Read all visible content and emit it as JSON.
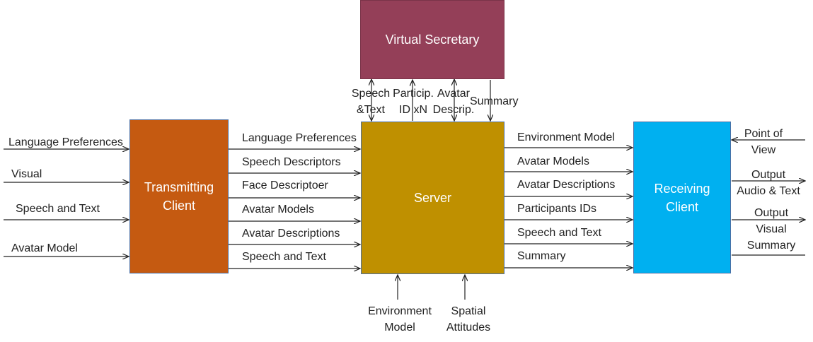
{
  "boxes": {
    "virtual_secretary": {
      "label": "Virtual Secretary",
      "color": "#943F58"
    },
    "transmitting_client": {
      "label": "Transmitting\nClient",
      "color": "#C55A11"
    },
    "server": {
      "label": "Server",
      "color": "#BF9000"
    },
    "receiving_client": {
      "label": "Receiving\nClient",
      "color": "#00B0F0"
    }
  },
  "inputs_left": [
    "Language Preferences",
    "Visual",
    "Speech and Text",
    "Avatar Model"
  ],
  "tc_to_server": [
    "Language Preferences",
    "Speech Descriptors",
    "Face Descriptoer",
    "Avatar Models",
    "Avatar Descriptions",
    "Speech and Text"
  ],
  "server_to_rc": [
    "Environment Model",
    "Avatar Models",
    "Avatar Descriptions",
    "Participants IDs",
    "Speech and Text",
    "Summary"
  ],
  "vs_links": {
    "speech_text": "Speech\n&Text",
    "particip_id": "Particip.\nID xN",
    "avatar_descrip": "Avatar\nDescrip.",
    "summary": "Summary"
  },
  "server_inputs_bottom": {
    "environment_model": "Environment\nModel",
    "spatial_attitudes": "Spatial\nAttitudes"
  },
  "rc_io": {
    "point_of_view": "Point of\nView",
    "output_audio_text": "Output\nAudio & Text",
    "output_visual_summary": "Output\nVisual\nSummary"
  }
}
